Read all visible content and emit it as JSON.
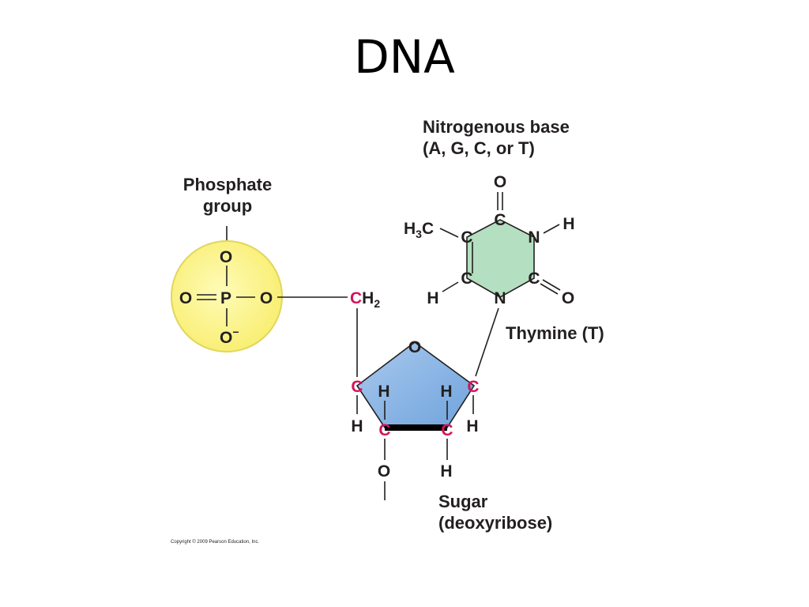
{
  "title": "DNA",
  "labels": {
    "phosphate_line1": "Phosphate",
    "phosphate_line2": "group",
    "base_line1": "Nitrogenous base",
    "base_line2": "(A, G, C, or T)",
    "thymine": "Thymine (T)",
    "sugar_line1": "Sugar",
    "sugar_line2": "(deoxyribose)"
  },
  "atoms": {
    "oxygen": "O",
    "phosphorus": "P",
    "carbon": "C",
    "nitrogen": "N",
    "hydrogen": "H",
    "methyl_h": "H",
    "methyl_sub": "3",
    "methyl_c": "C",
    "ch2_h": "H",
    "ch2_sub": "2",
    "o_minus": "O",
    "minus_sign": "−"
  },
  "copyright": "Copyright © 2009 Pearson Education, Inc.",
  "colors": {
    "phosphate_fill": "#fbf38f",
    "phosphate_stroke": "#d9cf58",
    "base_fill": "#b4dfc0",
    "sugar_fill": "#8fb8e6",
    "sugar_carbon": "#d4145a",
    "bond": "#231f20"
  }
}
